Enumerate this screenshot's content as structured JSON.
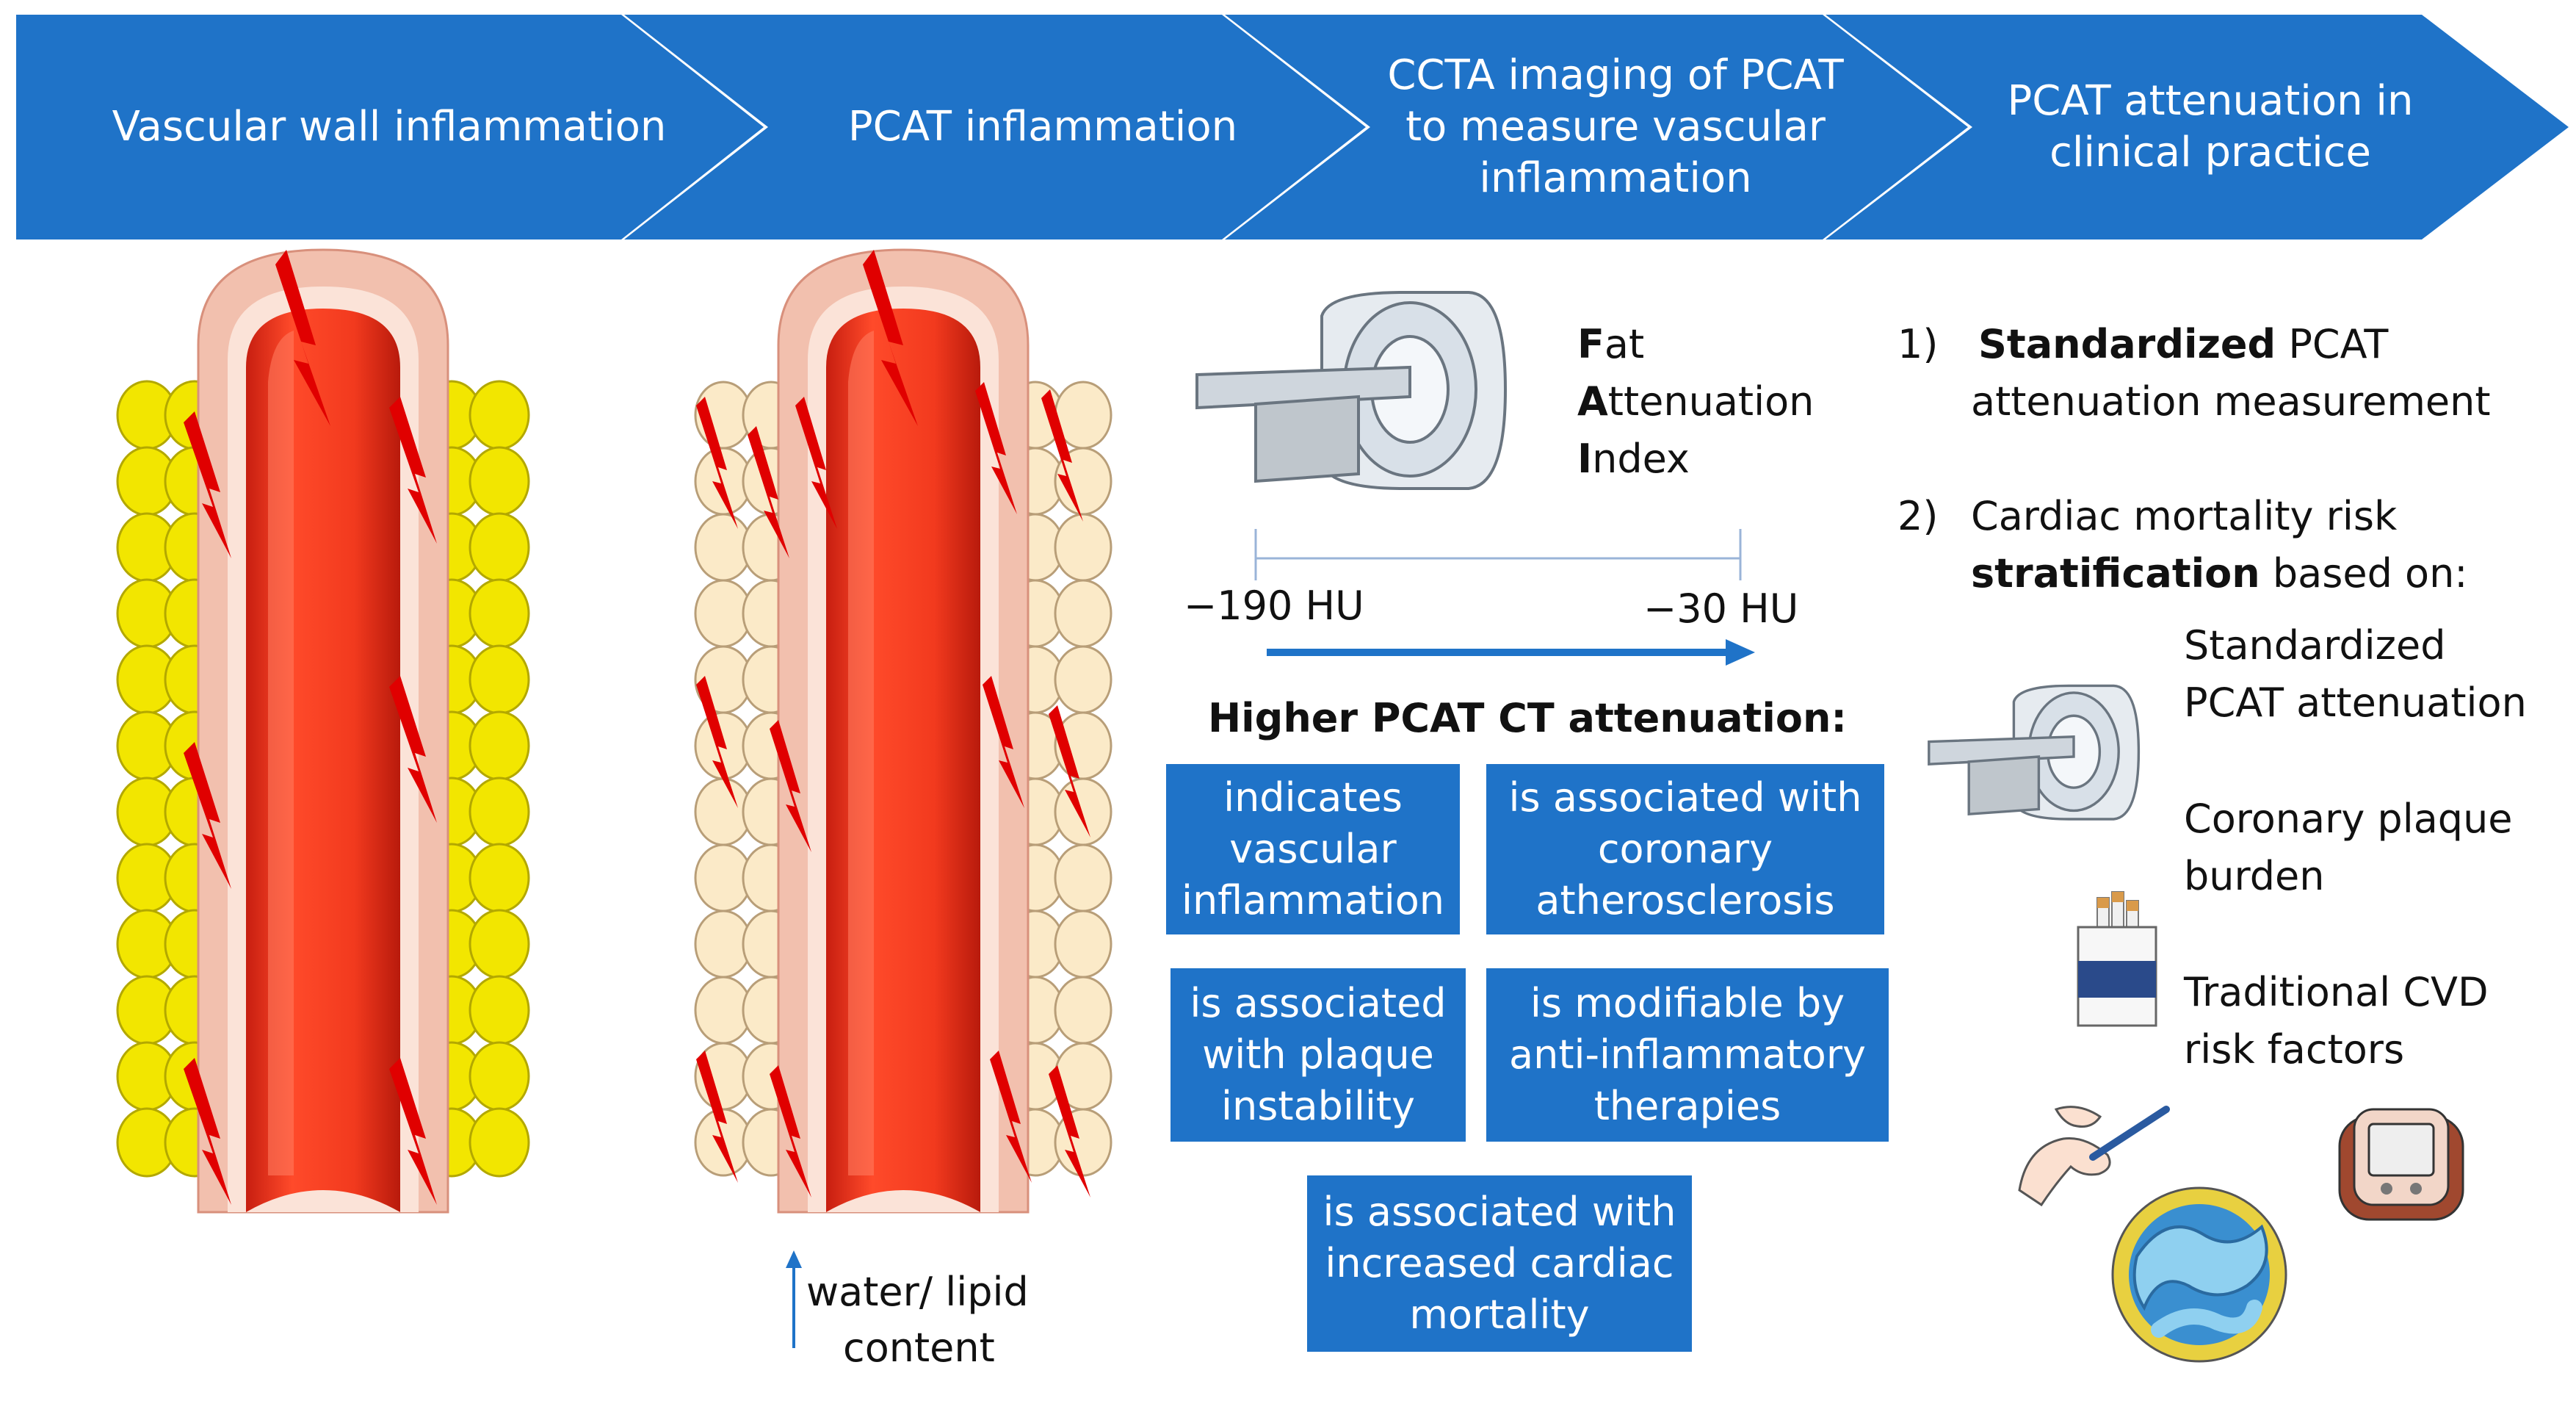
{
  "header": {
    "steps": [
      {
        "label": "Vascular wall inflammation"
      },
      {
        "label": "PCAT inflammation"
      },
      {
        "label": "CCTA imaging of PCAT to measure vascular inflammation"
      },
      {
        "label": "PCAT attenuation in clinical practice"
      }
    ]
  },
  "panel_pcat": {
    "water_lipid_label_1": "water/ lipid",
    "water_lipid_label_2": "content"
  },
  "panel_ccta": {
    "fai": {
      "line1_bold": "F",
      "line1_rest": "at",
      "line2_bold": "A",
      "line2_rest": "ttenuation",
      "line3_bold": "I",
      "line3_rest": "ndex"
    },
    "hu_min": "−190 HU",
    "hu_max": "−30 HU",
    "heading": "Higher PCAT CT attenuation:",
    "facts": [
      "indicates\nvascular\ninflammation",
      "is associated with\ncoronary\natherosclerosis",
      "is associated\nwith plaque\ninstability",
      "is modifiable by\nanti-inflammatory\ntherapies",
      "is associated with\nincreased cardiac\nmortality"
    ]
  },
  "panel_clinical": {
    "item1_num": "1)",
    "item1_bold": "Standardized",
    "item1_rest_a": " PCAT",
    "item1_rest_b": "attenuation measurement",
    "item2_num": "2)",
    "item2_line1": "Cardiac mortality risk",
    "item2_bold": "stratification",
    "item2_rest": " based on:",
    "factors": [
      {
        "line1": "Standardized",
        "line2": "PCAT attenuation"
      },
      {
        "line1": "Coronary plaque",
        "line2": "burden"
      },
      {
        "line1": "Traditional CVD",
        "line2": "risk factors"
      }
    ]
  },
  "colors": {
    "chevron_blue": "#1f73c8",
    "vessel_red": "#f23a1e",
    "bolt_red": "#e00000",
    "inflamed_fat": "#f2e600",
    "normal_fat": "#fbeac8",
    "wall_pink": "#f2c0ae"
  }
}
